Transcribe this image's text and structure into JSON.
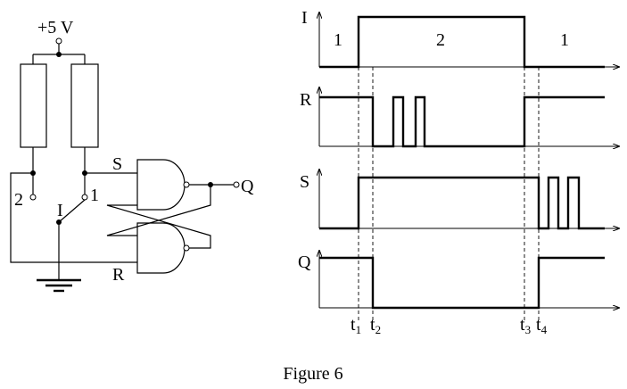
{
  "circuit": {
    "supply_label": "+5 V",
    "switch_label": "I",
    "contact_1_label": "1",
    "contact_2_label": "2",
    "set_label": "S",
    "reset_label": "R",
    "output_label": "Q"
  },
  "timing": {
    "signals": [
      "I",
      "R",
      "S",
      "Q"
    ],
    "phase_labels": [
      "1",
      "2",
      "1"
    ],
    "time_markers": [
      {
        "base": "t",
        "sub": "1"
      },
      {
        "base": "t",
        "sub": "2"
      },
      {
        "base": "t",
        "sub": "3"
      },
      {
        "base": "t",
        "sub": "4"
      }
    ]
  },
  "caption": "Figure 6"
}
